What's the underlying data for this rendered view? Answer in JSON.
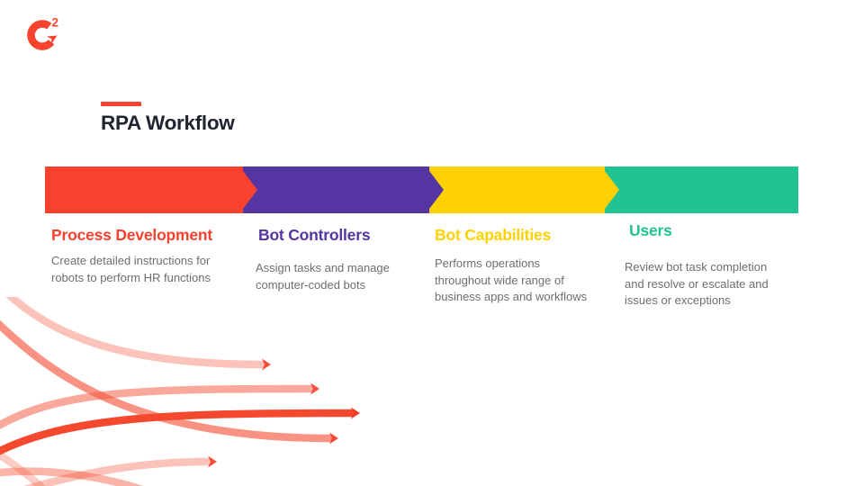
{
  "logo": {
    "brand": "G2",
    "superscript": "2",
    "color": "#f8432f"
  },
  "title": {
    "text": "RPA Workflow",
    "accent_color": "#f8432f",
    "text_color": "#20242f"
  },
  "steps": [
    {
      "label": "Process Development",
      "description": "Create detailed instructions for robots to perform HR functions",
      "color": "#f8422e"
    },
    {
      "label": "Bot Controllers",
      "description": "Assign tasks and manage computer-coded bots",
      "color": "#5535a2"
    },
    {
      "label": "Bot Capabilities",
      "description": "Performs operations throughout wide range of business apps and workflows",
      "color": "#ffd103"
    },
    {
      "label": "Users",
      "description": "Review bot task completion and resolve or escalate and issues or exceptions",
      "color": "#22c392"
    }
  ],
  "body_text_color": "#6e6e6e",
  "background": "#ffffff",
  "decoration": {
    "name": "red-flow-lines",
    "line_color": "#f4583f",
    "strong_line_color": "#f4492f",
    "tip_color": "#f43d28"
  }
}
